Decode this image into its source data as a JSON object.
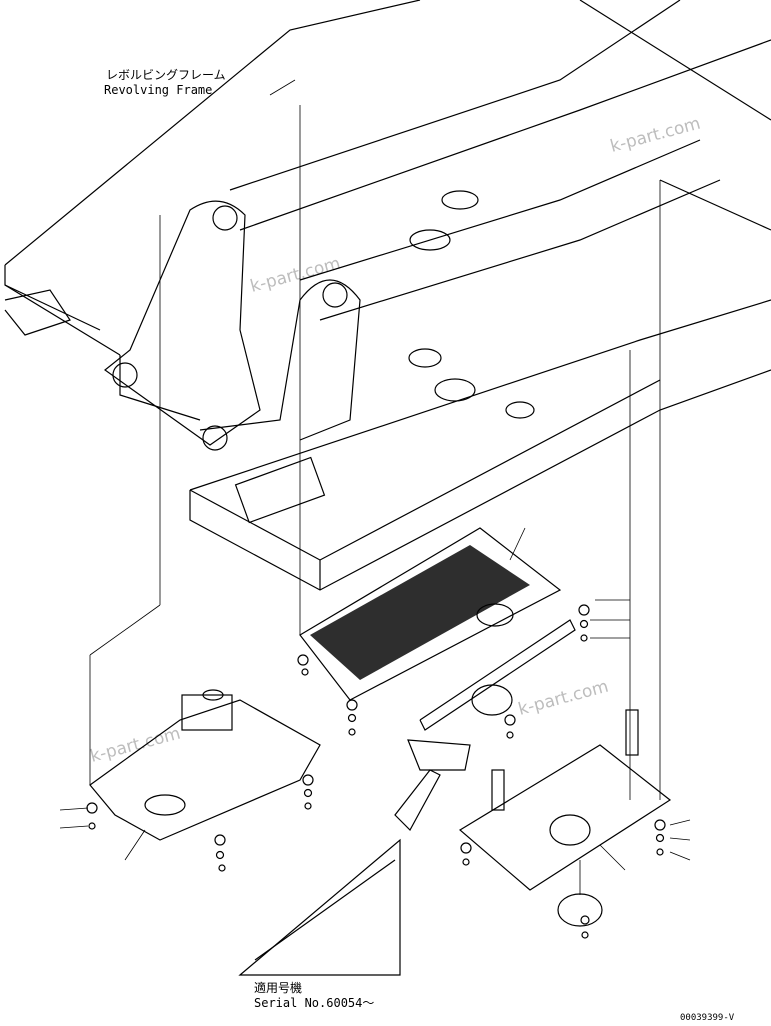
{
  "title": {
    "jp": "レボルビングフレーム",
    "en": "Revolving Frame"
  },
  "serial": {
    "jp": "適用号機",
    "en": "Serial No.60054～"
  },
  "drawing_id": "00039399-V",
  "watermark": "k-part.com"
}
